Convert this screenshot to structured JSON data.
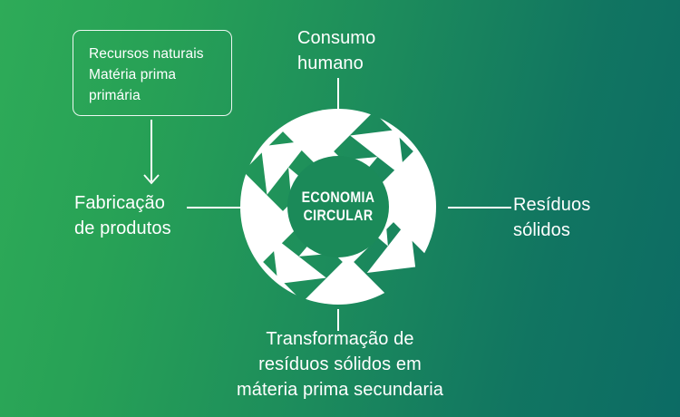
{
  "theme": {
    "bg_from": "#2EAB58",
    "bg_to": "#0C6B64",
    "wheel_color": "#FFFFFF",
    "hub_color": "#1B8A59",
    "text_color": "#FFFFFF"
  },
  "source_box": {
    "lines": [
      "Recursos naturais",
      "Matéria prima",
      "primária"
    ]
  },
  "nodes": {
    "consumo": {
      "line1": "Consumo",
      "line2": "humano"
    },
    "residuos": {
      "line1": "Resíduos",
      "line2": "sólidos"
    },
    "fabricacao": {
      "line1": "Fabricação",
      "line2": "de produtos"
    },
    "transformacao": {
      "line1": "Transformação de",
      "line2": "resíduos sólidos em",
      "line3": "máteria prima secundaria"
    }
  },
  "center": {
    "line1": "ECONOMIA",
    "line2": "CIRCULAR"
  },
  "icons": {
    "recycle": "recycle-arrows-icon",
    "arrow_down": "arrow-down-icon"
  }
}
